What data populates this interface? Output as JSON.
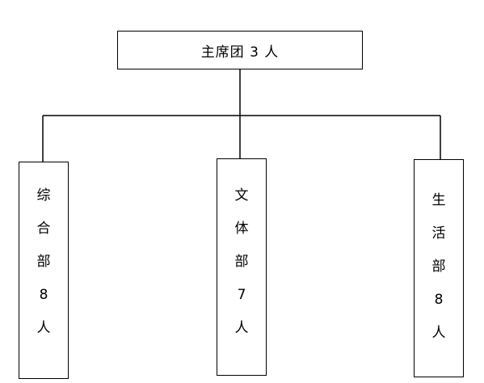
{
  "diagram": {
    "root": {
      "label": "主席团 3 人"
    },
    "children": [
      {
        "chars": [
          "综",
          "合",
          "部",
          "8",
          "人"
        ]
      },
      {
        "chars": [
          "文",
          "体",
          "部",
          "7",
          "人"
        ]
      },
      {
        "chars": [
          "生",
          "活",
          "部",
          "8",
          "人"
        ]
      }
    ]
  }
}
